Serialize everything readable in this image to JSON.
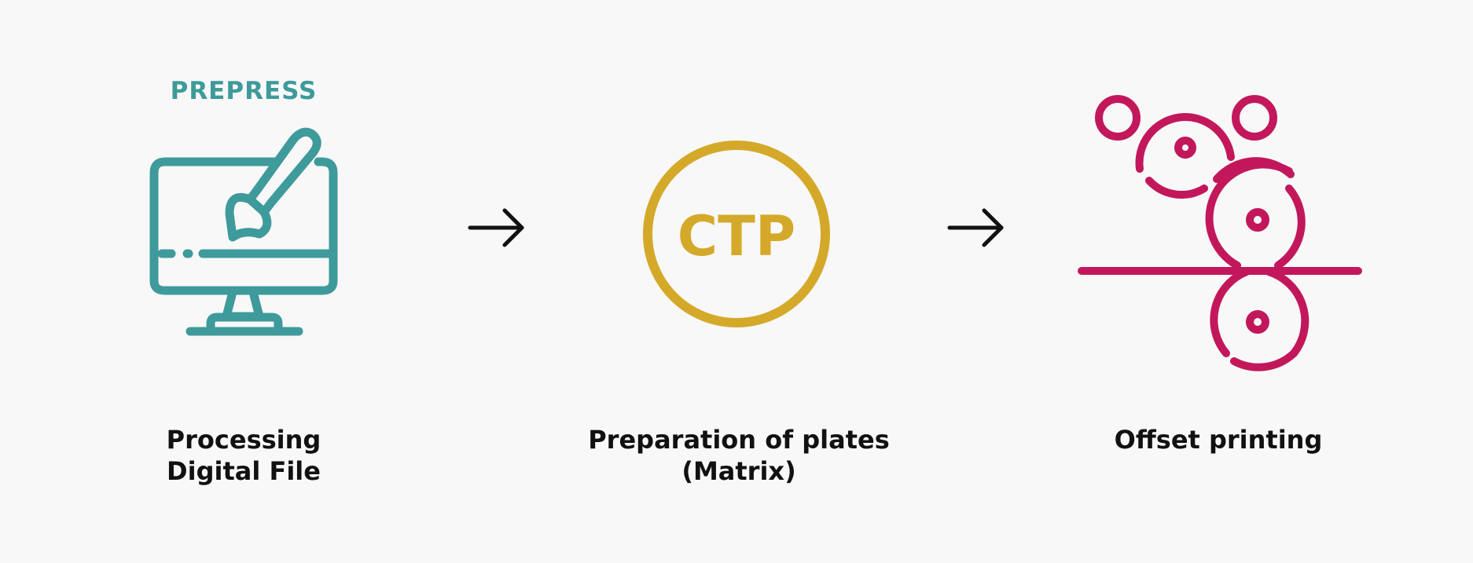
{
  "header": {
    "prepress": "PREPRESS"
  },
  "steps": [
    {
      "line1": "Processing",
      "line2": "Digital File",
      "icon": "monitor-paintbrush-icon"
    },
    {
      "line1": "Preparation of plates",
      "line2": "(Matrix)",
      "icon": "ctp-circle-icon",
      "badge": "CTP"
    },
    {
      "line1": "Offset printing",
      "line2": "",
      "icon": "offset-rollers-icon"
    }
  ],
  "colors": {
    "teal": "#3e9a9b",
    "gold": "#d4a929",
    "magenta": "#c2185b",
    "arrow": "#111111"
  }
}
